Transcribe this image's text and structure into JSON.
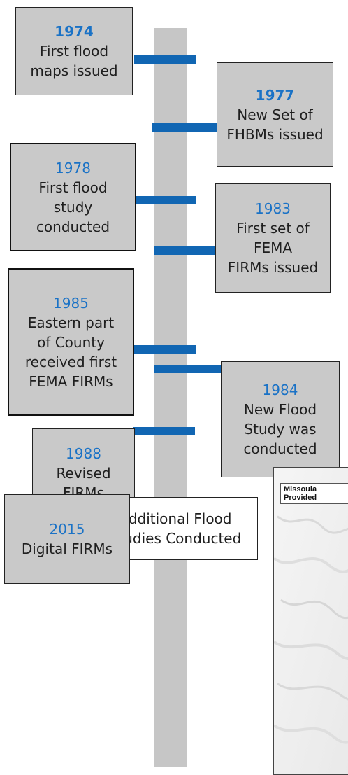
{
  "timeline": {
    "events": [
      {
        "id": "e1974",
        "year": "1974",
        "lines": [
          "First flood",
          "maps issued"
        ]
      },
      {
        "id": "e1977",
        "year": "1977",
        "lines": [
          "New Set of",
          "FHBMs issued"
        ]
      },
      {
        "id": "e1978",
        "year": "1978",
        "lines": [
          "First flood",
          "study",
          "conducted"
        ]
      },
      {
        "id": "e1983",
        "year": "1983",
        "lines": [
          "First set of",
          "FEMA",
          "FIRMs issued"
        ]
      },
      {
        "id": "e1985",
        "year": "1985",
        "lines": [
          "Eastern part",
          "of County",
          "received first",
          "FEMA FIRMs"
        ]
      },
      {
        "id": "e1984",
        "year": "1984",
        "lines": [
          "New Flood",
          "Study was",
          "conducted"
        ]
      },
      {
        "id": "e1988",
        "year": "1988",
        "lines": [
          "Revised",
          "FIRMs"
        ]
      },
      {
        "id": "additional",
        "lines": [
          "Additional Flood",
          "Studies Conducted"
        ]
      },
      {
        "id": "e2015",
        "year": "2015",
        "lines": [
          "Digital FIRMs"
        ]
      }
    ]
  },
  "map": {
    "label_lines": [
      "Missoula",
      "Provided"
    ]
  },
  "colors": {
    "accent": "#1166b3",
    "year_text": "#1a72c6",
    "box_fill": "#c9c9c9",
    "spine": "#c6c6c6"
  }
}
